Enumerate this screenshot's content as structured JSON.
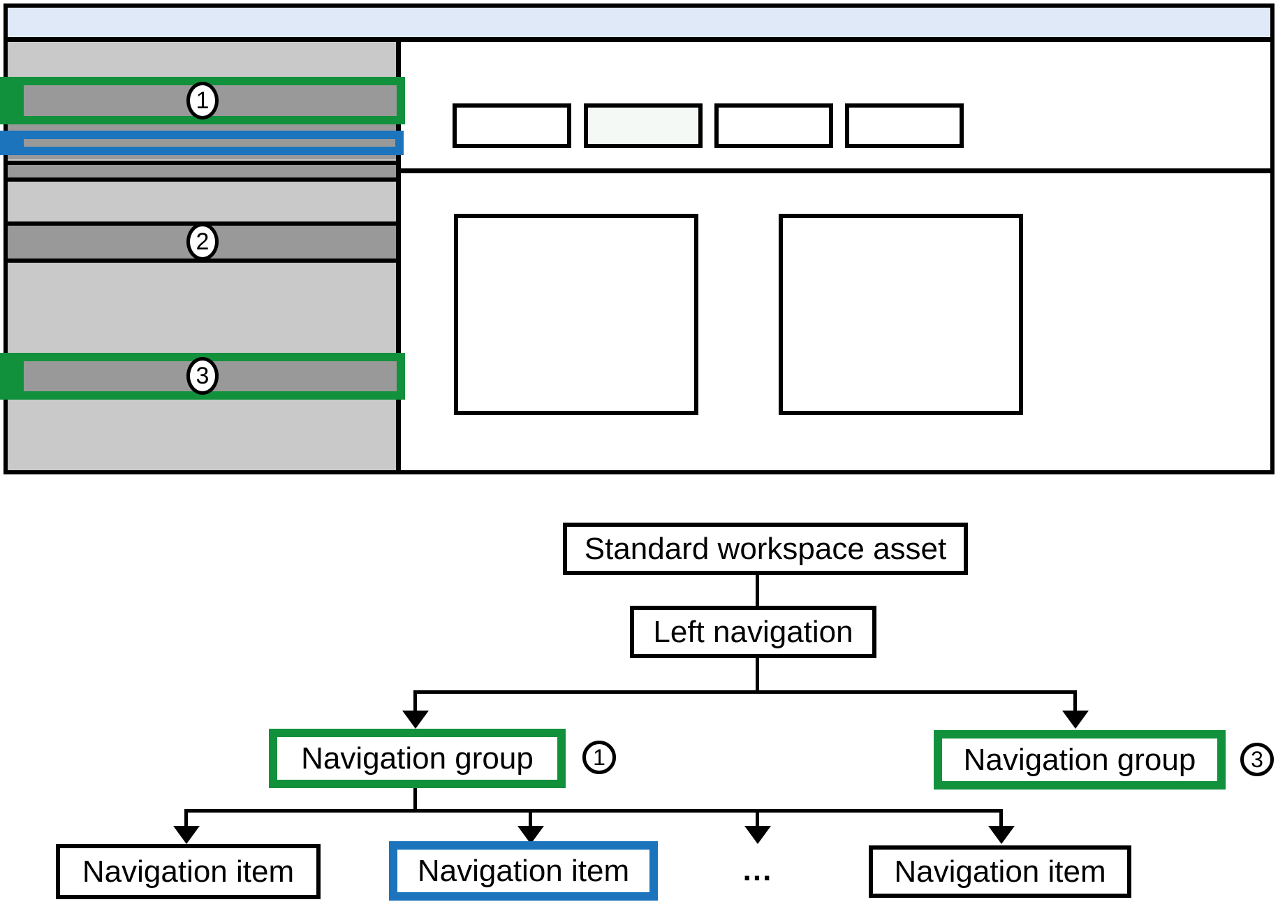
{
  "figure": {
    "mockup": {
      "description": "standard-workspace-wireframe",
      "callouts": [
        "1",
        "2",
        "3"
      ]
    },
    "tree": {
      "root_label": "Standard workspace asset",
      "nav_label": "Left navigation",
      "groups": [
        {
          "label": "Navigation group",
          "callout": "1",
          "highlight_color": "#12913d"
        },
        {
          "label": "Navigation group",
          "callout": "3",
          "highlight_color": "#12913d"
        }
      ],
      "items": [
        {
          "label": "Navigation item",
          "highlight_color": "none"
        },
        {
          "label": "Navigation item",
          "highlight_color": "#1b74bc"
        },
        {
          "label": "Navigation item",
          "highlight_color": "none"
        }
      ],
      "ellipsis": "..."
    },
    "colors": {
      "green_highlight": "#12913d",
      "blue_highlight": "#1b74bc",
      "header_blue": "#dfe9f7",
      "sidebar_gray": "#c9c9c9",
      "item_bar_gray": "#999999",
      "line_black": "#000000"
    }
  }
}
